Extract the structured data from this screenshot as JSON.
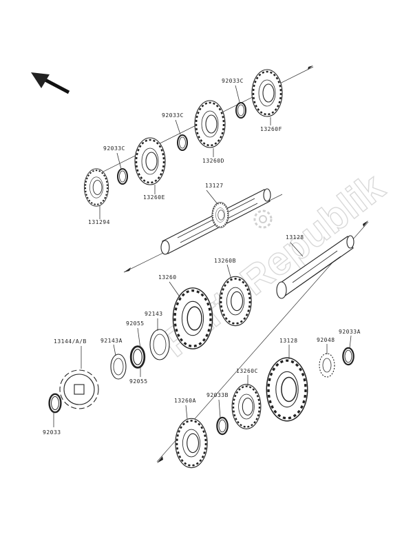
{
  "watermark": "PartsRepublik",
  "labels": {
    "l92033c_top": "92033C",
    "l13260f": "13260F",
    "l92033c_mid": "92033C",
    "l13260d": "13260D",
    "l92033c_left": "92033C",
    "l13260e": "13260E",
    "l131294": "131294",
    "l13127": "13127",
    "l13128_top": "13128",
    "l13260b": "13260B",
    "l13260": "13260",
    "l92055_top": "92055",
    "l92143": "92143",
    "l131444b": "13144/A/B",
    "l92143a": "92143A",
    "l92055_bot": "92055",
    "l92033": "92033",
    "l13128_bot": "13128",
    "l92048": "92048",
    "l92033a": "92033A",
    "l13260c": "13260C",
    "l92033b": "92033B",
    "l13260a": "13260A"
  }
}
